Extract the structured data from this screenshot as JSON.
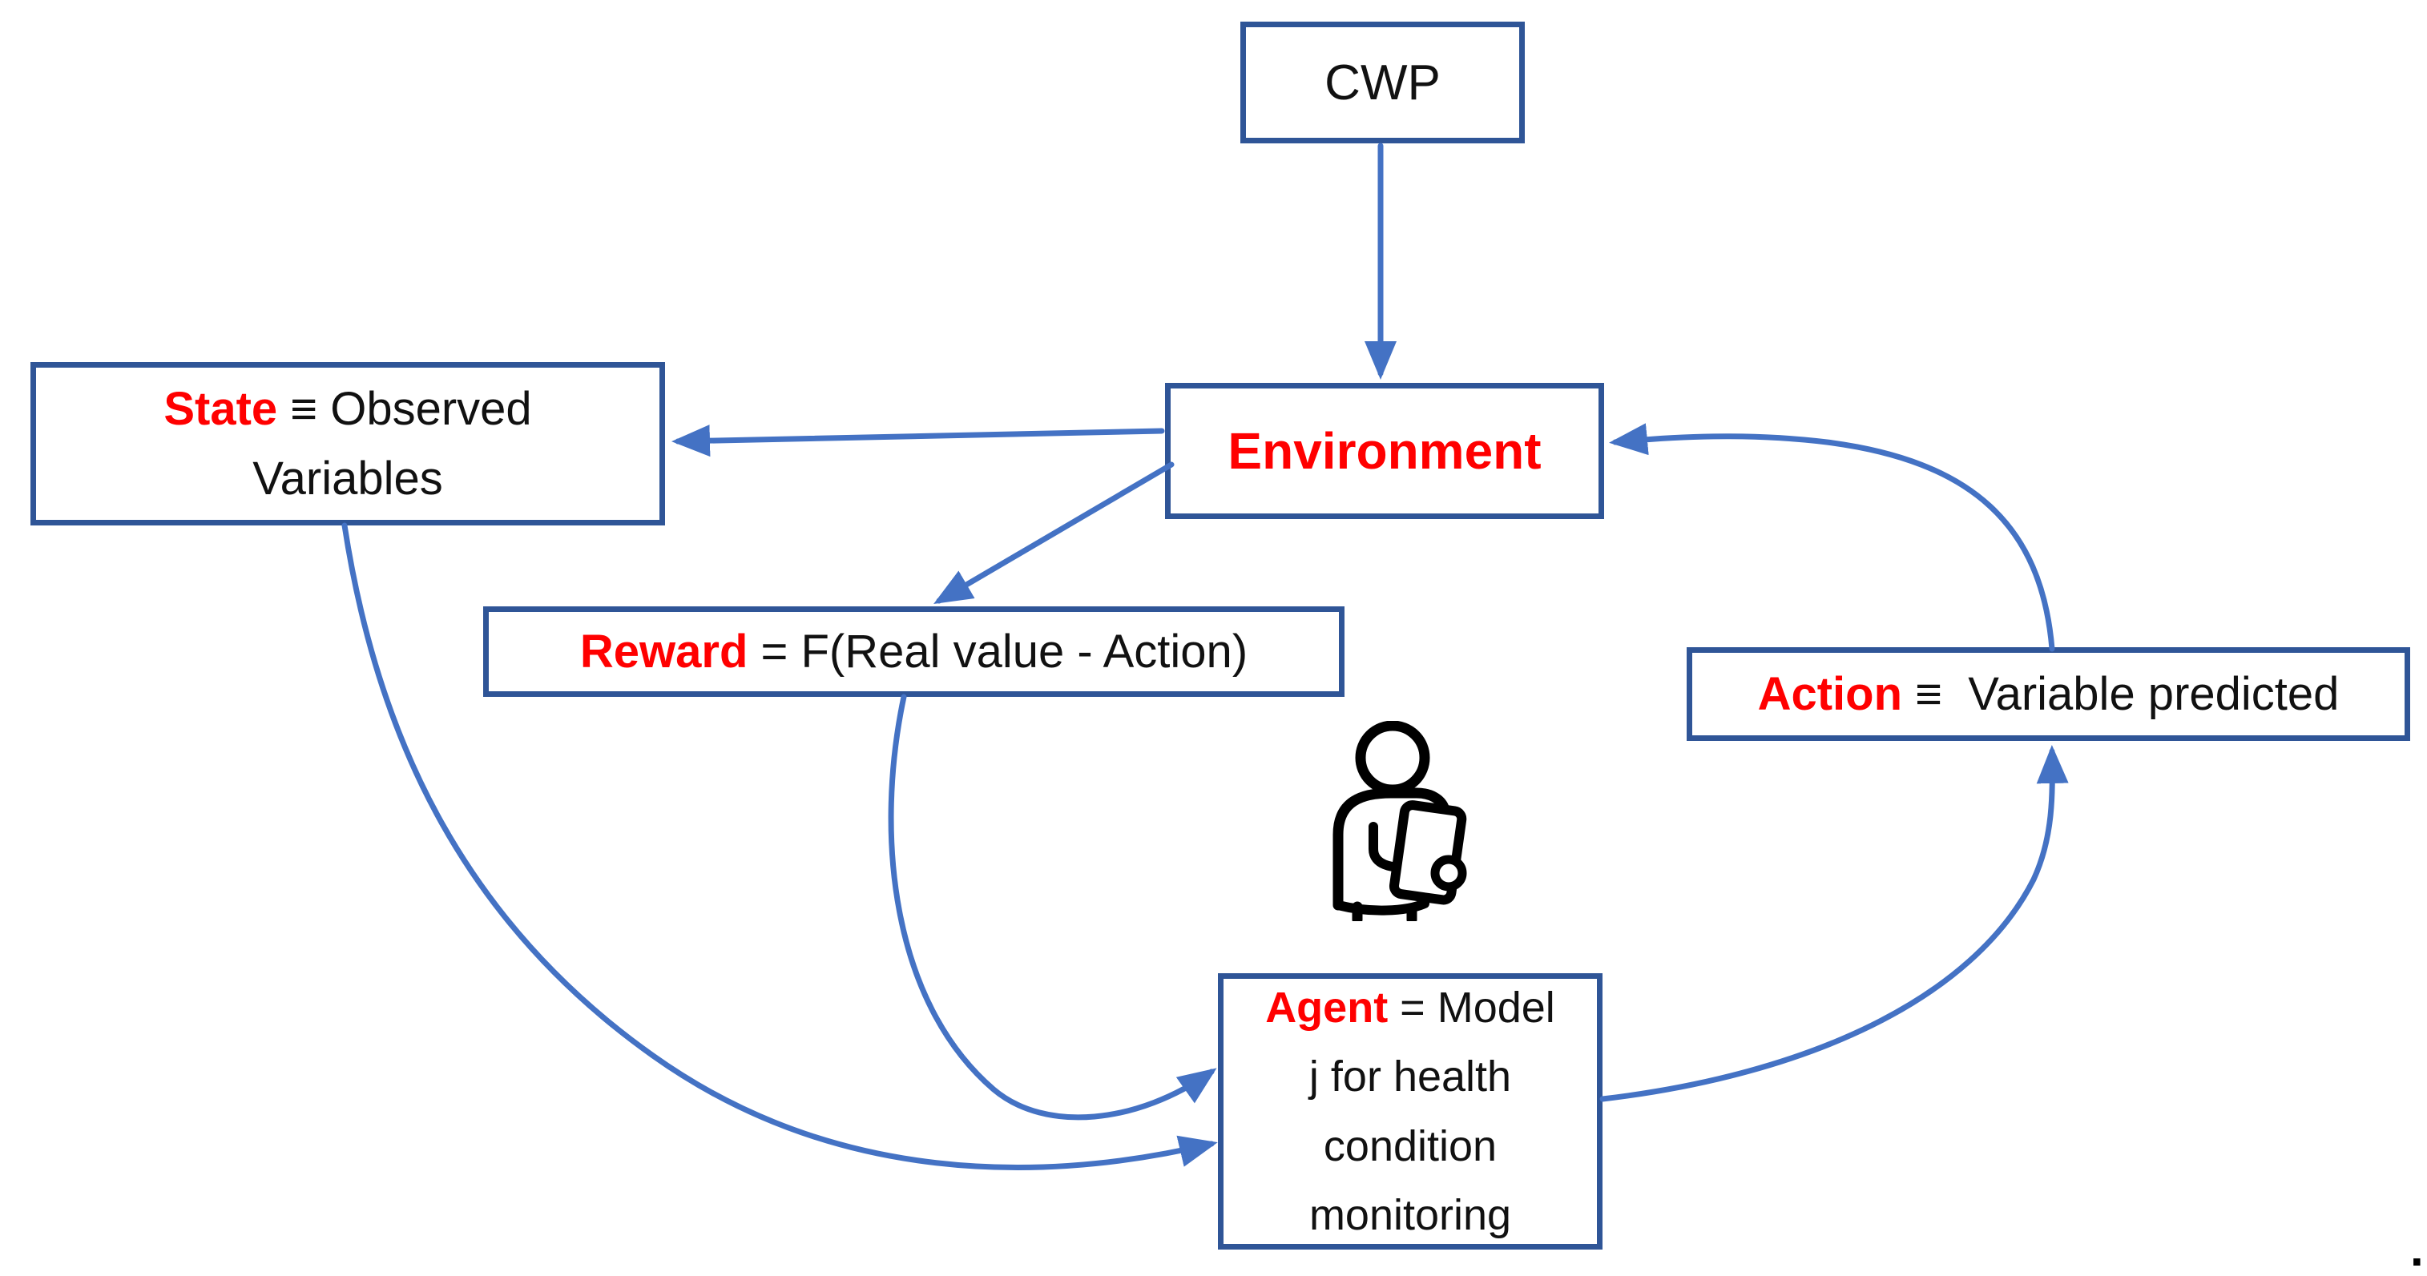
{
  "page": {
    "background": "#FFFFFF"
  },
  "colors": {
    "arrow_blue": "#4472C4",
    "border_blue": "#2F5597",
    "keyword_red": "#FF0000",
    "text_black": "#111111"
  },
  "nodes": {
    "cwp": {
      "label": "CWP"
    },
    "environment": {
      "label": "Environment"
    },
    "state": {
      "keyword": "State",
      "rest_line1": " ≡ Observed",
      "line2": "Variables"
    },
    "reward": {
      "keyword": "Reward",
      "rest": " = F(Real value - Action)"
    },
    "action": {
      "keyword": "Action",
      "rest": " ≡  Variable predicted"
    },
    "agent": {
      "keyword": "Agent",
      "rest_line1": " = Model",
      "line2": "j for health",
      "line3": "condition",
      "line4": "monitoring"
    }
  },
  "icons": {
    "agent_icon": "person-holding-clipboard-icon"
  },
  "caption": {
    "dot": "."
  }
}
